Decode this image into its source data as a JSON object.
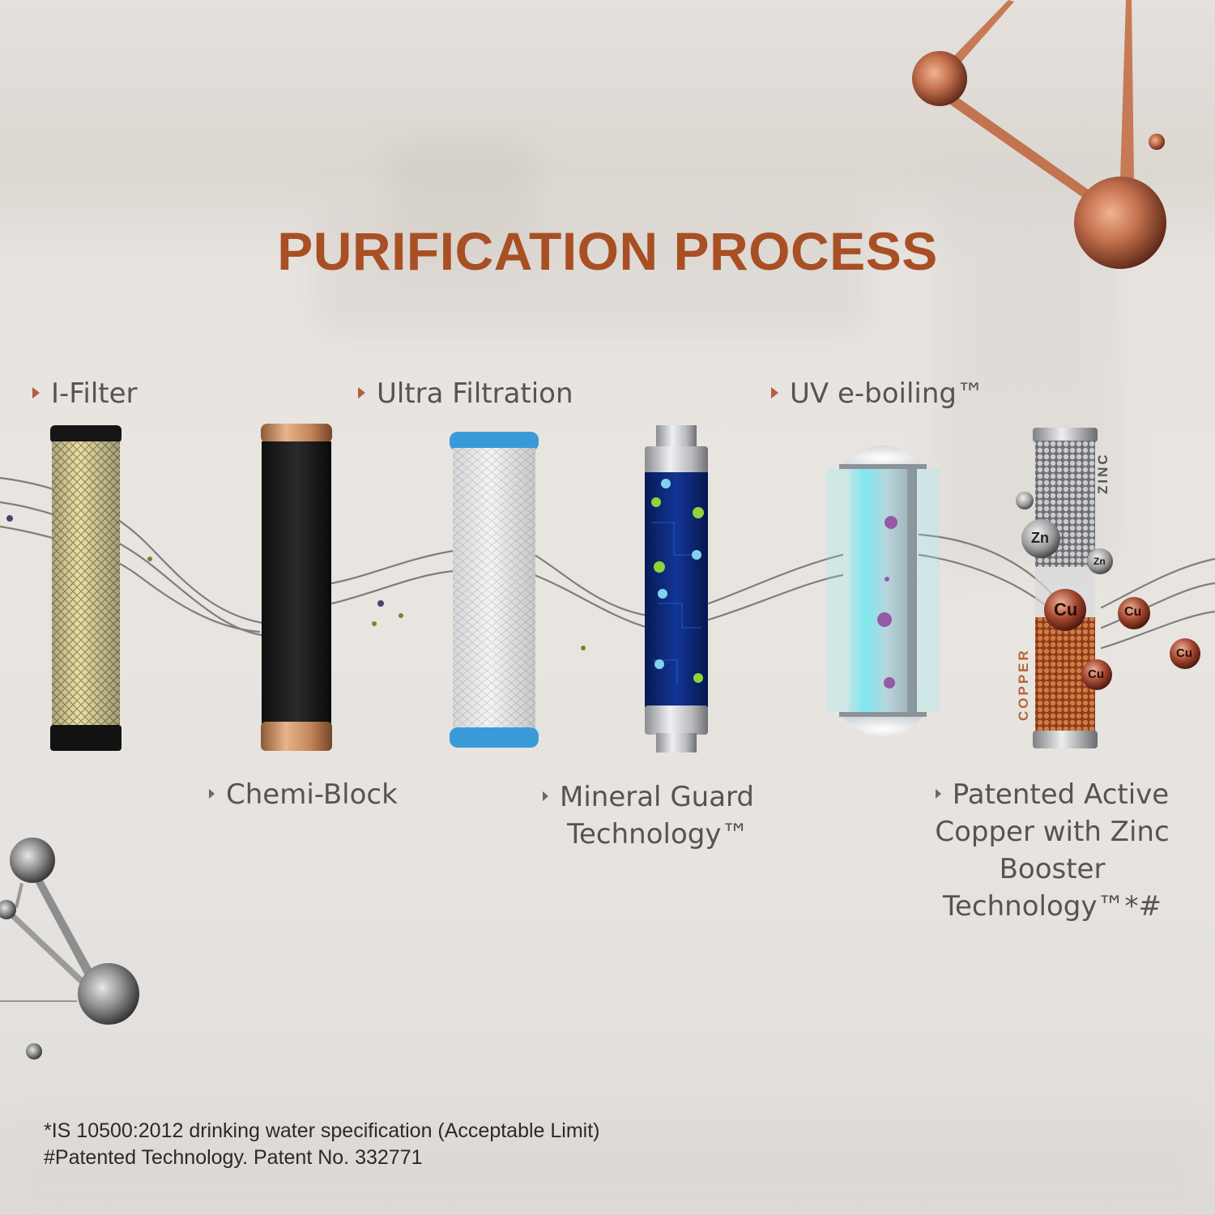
{
  "title": "PURIFICATION PROCESS",
  "colors": {
    "title": "#a94f24",
    "label_text": "#565452",
    "arrow_accent": "#b0603a",
    "background": "#e8e4e0",
    "copper": "#b8643e",
    "zinc": "#a9aaac",
    "uv_glow": "#7fe7ef",
    "mineral_blue": "#0d2a7a",
    "uf_cap_blue": "#3a9ad9"
  },
  "stages": [
    {
      "id": "i-filter",
      "label": "I-Filter",
      "position": "top",
      "icon": "arrow-right-icon"
    },
    {
      "id": "chemi-block",
      "label": "Chemi-Block",
      "position": "bottom",
      "icon": "arrow-right-icon"
    },
    {
      "id": "ultra-filtration",
      "label": "Ultra Filtration",
      "position": "top",
      "icon": "arrow-right-icon"
    },
    {
      "id": "mineral-guard",
      "label_lines": [
        "Mineral Guard",
        "Technology™"
      ],
      "position": "bottom",
      "icon": "arrow-right-icon"
    },
    {
      "id": "uv-e-boiling",
      "label": "UV e-boiling™",
      "position": "top",
      "icon": "arrow-right-icon"
    },
    {
      "id": "active-copper-zinc",
      "label_lines": [
        "Patented Active",
        "Copper with Zinc",
        "Booster",
        "Technology™*#"
      ],
      "position": "bottom",
      "icon": "arrow-right-icon"
    }
  ],
  "cartridge_tags": {
    "zinc_vertical": "ZINC",
    "copper_vertical": "COPPER",
    "zn_symbol": "Zn",
    "cu_symbol": "Cu"
  },
  "footnotes": [
    "*IS 10500:2012 drinking water specification (Acceptable Limit)",
    "#Patented Technology. Patent No. 332771"
  ]
}
